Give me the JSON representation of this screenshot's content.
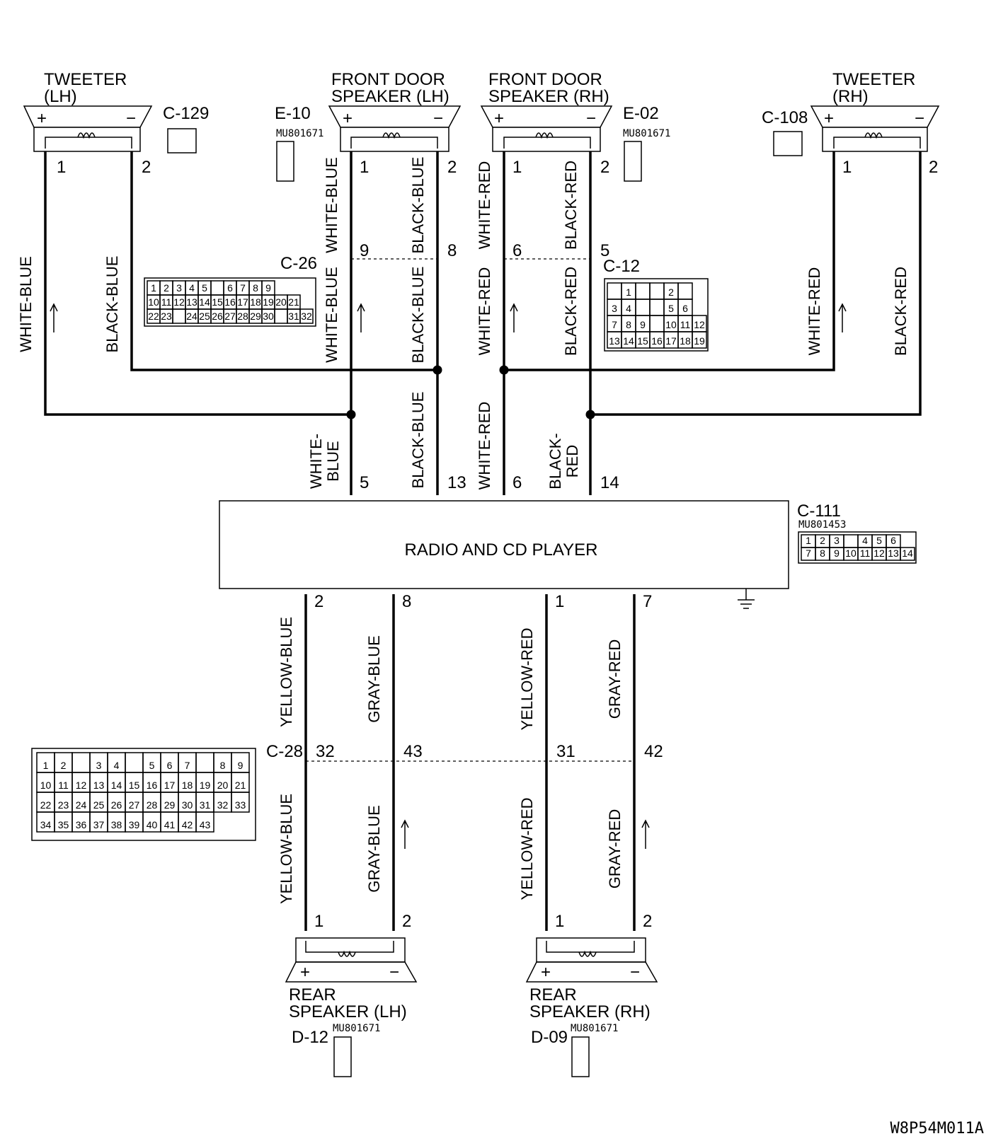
{
  "title_code": "W8P54M011A",
  "unit": {
    "label": "RADIO AND CD PLAYER",
    "connector": "C-111",
    "part": "MU801453",
    "rows": [
      [
        "1",
        "2",
        "3",
        "",
        "4",
        "5",
        "6"
      ],
      [
        "7",
        "8",
        "9",
        "10",
        "11",
        "12",
        "13",
        "14"
      ]
    ]
  },
  "speakers": {
    "tweeter_lh": {
      "line1": "TWEETER",
      "line2": "(LH)",
      "connector": "C-129"
    },
    "front_lh": {
      "line1": "FRONT DOOR",
      "line2": "SPEAKER (LH)",
      "connector": "E-10",
      "part": "MU801671"
    },
    "front_rh": {
      "line1": "FRONT DOOR",
      "line2": "SPEAKER (RH)",
      "connector": "E-02",
      "part": "MU801671"
    },
    "tweeter_rh": {
      "line1": "TWEETER",
      "line2": "(RH)",
      "connector": "C-108"
    },
    "rear_lh": {
      "line1": "REAR",
      "line2": "SPEAKER (LH)",
      "connector": "D-12",
      "part": "MU801671"
    },
    "rear_rh": {
      "line1": "REAR",
      "line2": "SPEAKER (RH)",
      "connector": "D-09",
      "part": "MU801671"
    }
  },
  "polarity": {
    "plus": "+",
    "minus": "−"
  },
  "pins": {
    "p1": "1",
    "p2": "2",
    "p5": "5",
    "p6": "6",
    "p7": "7",
    "p8": "8",
    "p9": "9",
    "p13": "13",
    "p14": "14",
    "p31": "31",
    "p32": "32",
    "p42": "42",
    "p43": "43"
  },
  "wires": {
    "white_blue": "WHITE-BLUE",
    "black_blue": "BLACK-BLUE",
    "white_red": "WHITE-RED",
    "black_red": "BLACK-RED",
    "white": "WHITE-",
    "blue": "BLUE",
    "black": "BLACK-",
    "red": "RED",
    "yellow_blue": "YELLOW-BLUE",
    "gray_blue": "GRAY-BLUE",
    "yellow_red": "YELLOW-RED",
    "gray_red": "GRAY-RED"
  },
  "junctions": {
    "c26": "C-26",
    "c12": "C-12",
    "c28": "C-28"
  },
  "c26_rows": [
    [
      "1",
      "2",
      "3",
      "4",
      "5",
      "",
      "6",
      "7",
      "8",
      "9"
    ],
    [
      "10",
      "11",
      "12",
      "13",
      "14",
      "15",
      "16",
      "17",
      "18",
      "19",
      "20",
      "21"
    ],
    [
      "22",
      "23",
      "",
      "24",
      "25",
      "26",
      "27",
      "28",
      "29",
      "30",
      "",
      "31",
      "32"
    ]
  ],
  "c12_rows": [
    [
      "",
      "1",
      "",
      "",
      "2",
      ""
    ],
    [
      "3",
      "4",
      "",
      "",
      "5",
      "6"
    ],
    [
      "7",
      "8",
      "9",
      "",
      "10",
      "11",
      "12"
    ],
    [
      "13",
      "14",
      "15",
      "16",
      "17",
      "18",
      "19"
    ]
  ],
  "c28_rows": [
    [
      "1",
      "2",
      "",
      "3",
      "4",
      "",
      "5",
      "6",
      "7",
      "",
      "8",
      "9"
    ],
    [
      "10",
      "11",
      "12",
      "13",
      "14",
      "15",
      "16",
      "17",
      "18",
      "19",
      "20",
      "21"
    ],
    [
      "22",
      "23",
      "24",
      "25",
      "26",
      "27",
      "28",
      "29",
      "30",
      "31",
      "32",
      "33"
    ],
    [
      "34",
      "35",
      "36",
      "37",
      "38",
      "39",
      "40",
      "41",
      "42",
      "43"
    ]
  ]
}
